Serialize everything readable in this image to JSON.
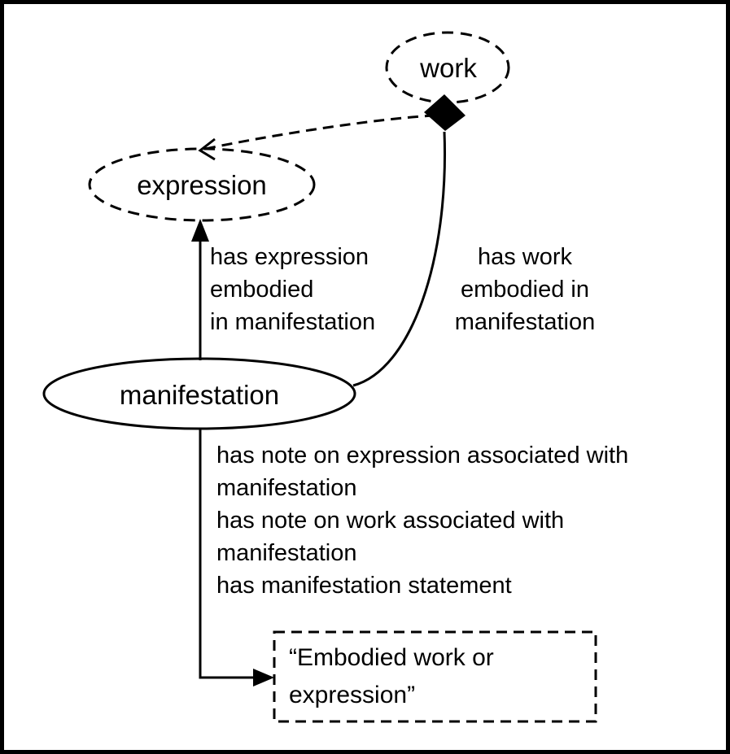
{
  "colors": {
    "ink": "#000000",
    "background": "#ffffff"
  },
  "nodes": {
    "work": {
      "label": "work",
      "style": "dashed-ellipse"
    },
    "expression": {
      "label": "expression",
      "style": "dashed-ellipse"
    },
    "manifestation": {
      "label": "manifestation",
      "style": "solid-ellipse"
    },
    "note_box": {
      "style": "dashed-rect",
      "lines": [
        "“Embodied work or",
        "expression”"
      ]
    }
  },
  "edge_labels": {
    "has_expression_embodied": {
      "lines": [
        "has expression",
        "embodied",
        "in manifestation"
      ]
    },
    "has_work_embodied": {
      "lines": [
        "has work",
        "embodied in",
        "manifestation"
      ]
    },
    "manifestation_notes": {
      "lines": [
        "has note on expression associated with",
        "manifestation",
        "has note on work associated with",
        "manifestation",
        "has manifestation statement"
      ]
    }
  }
}
